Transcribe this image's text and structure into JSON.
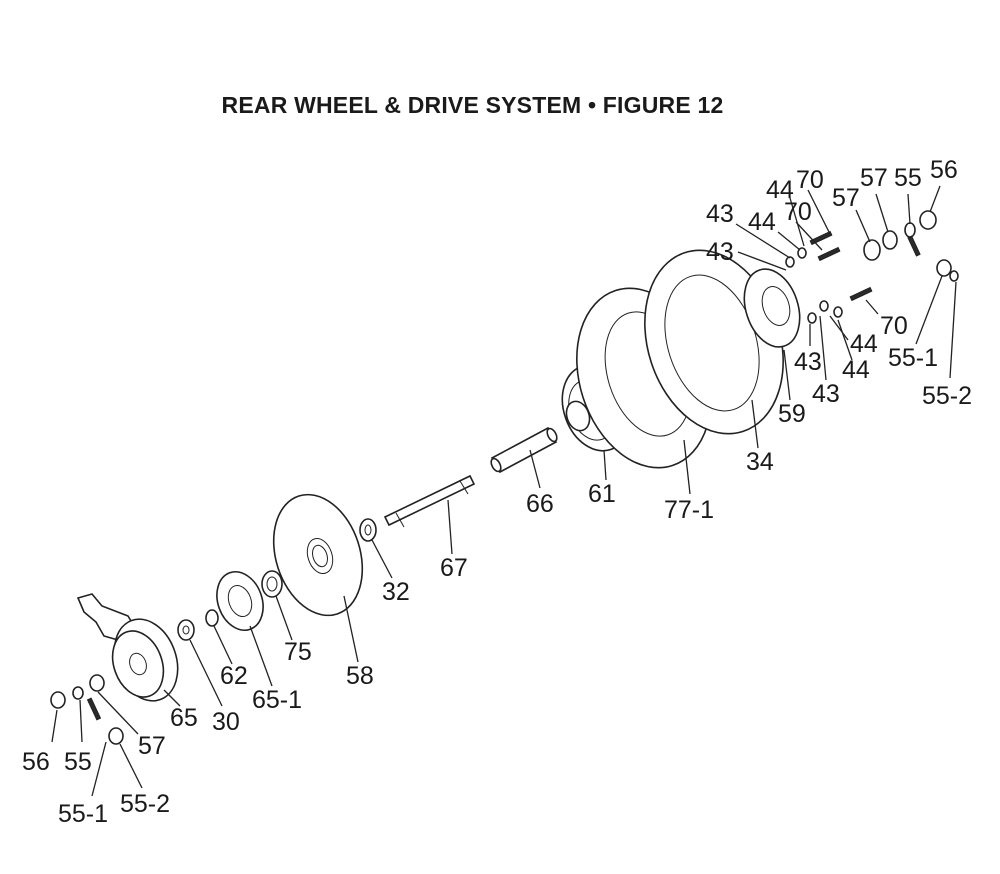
{
  "title": "REAR WHEEL & DRIVE SYSTEM  •  FIGURE 12",
  "labels": {
    "p56a": "56",
    "p55a": "55",
    "p57a": "57",
    "p55_1a": "55-1",
    "p55_2a": "55-2",
    "p65": "65",
    "p30": "30",
    "p62": "62",
    "p65_1": "65-1",
    "p75": "75",
    "p58": "58",
    "p32": "32",
    "p67": "67",
    "p66": "66",
    "p61": "61",
    "p77_1": "77-1",
    "p34": "34",
    "p59": "59",
    "p43a": "43",
    "p43b": "43",
    "p43c": "43",
    "p43d": "43",
    "p44a": "44",
    "p44b": "44",
    "p44c": "44",
    "p44d": "44",
    "p70a": "70",
    "p70b": "70",
    "p70c": "70",
    "p57b": "57",
    "p57c": "57",
    "p55b": "55",
    "p56b": "56",
    "p55_1b": "55-1",
    "p55_2b": "55-2"
  }
}
